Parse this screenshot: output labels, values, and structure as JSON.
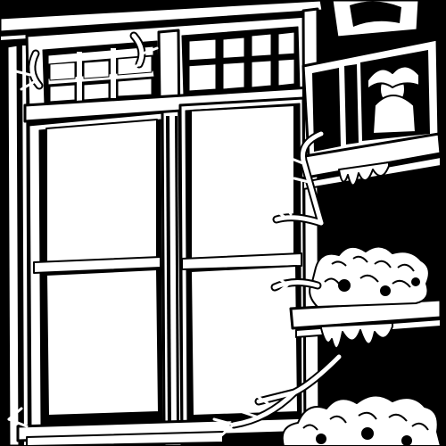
{
  "image": {
    "subject": "",
    "palette": {
      "ink": "#000000",
      "paper": "#ffffff"
    },
    "icons": [
      "window-frame",
      "transom-window",
      "glass-pane",
      "shelf",
      "branch",
      "foliage"
    ]
  }
}
